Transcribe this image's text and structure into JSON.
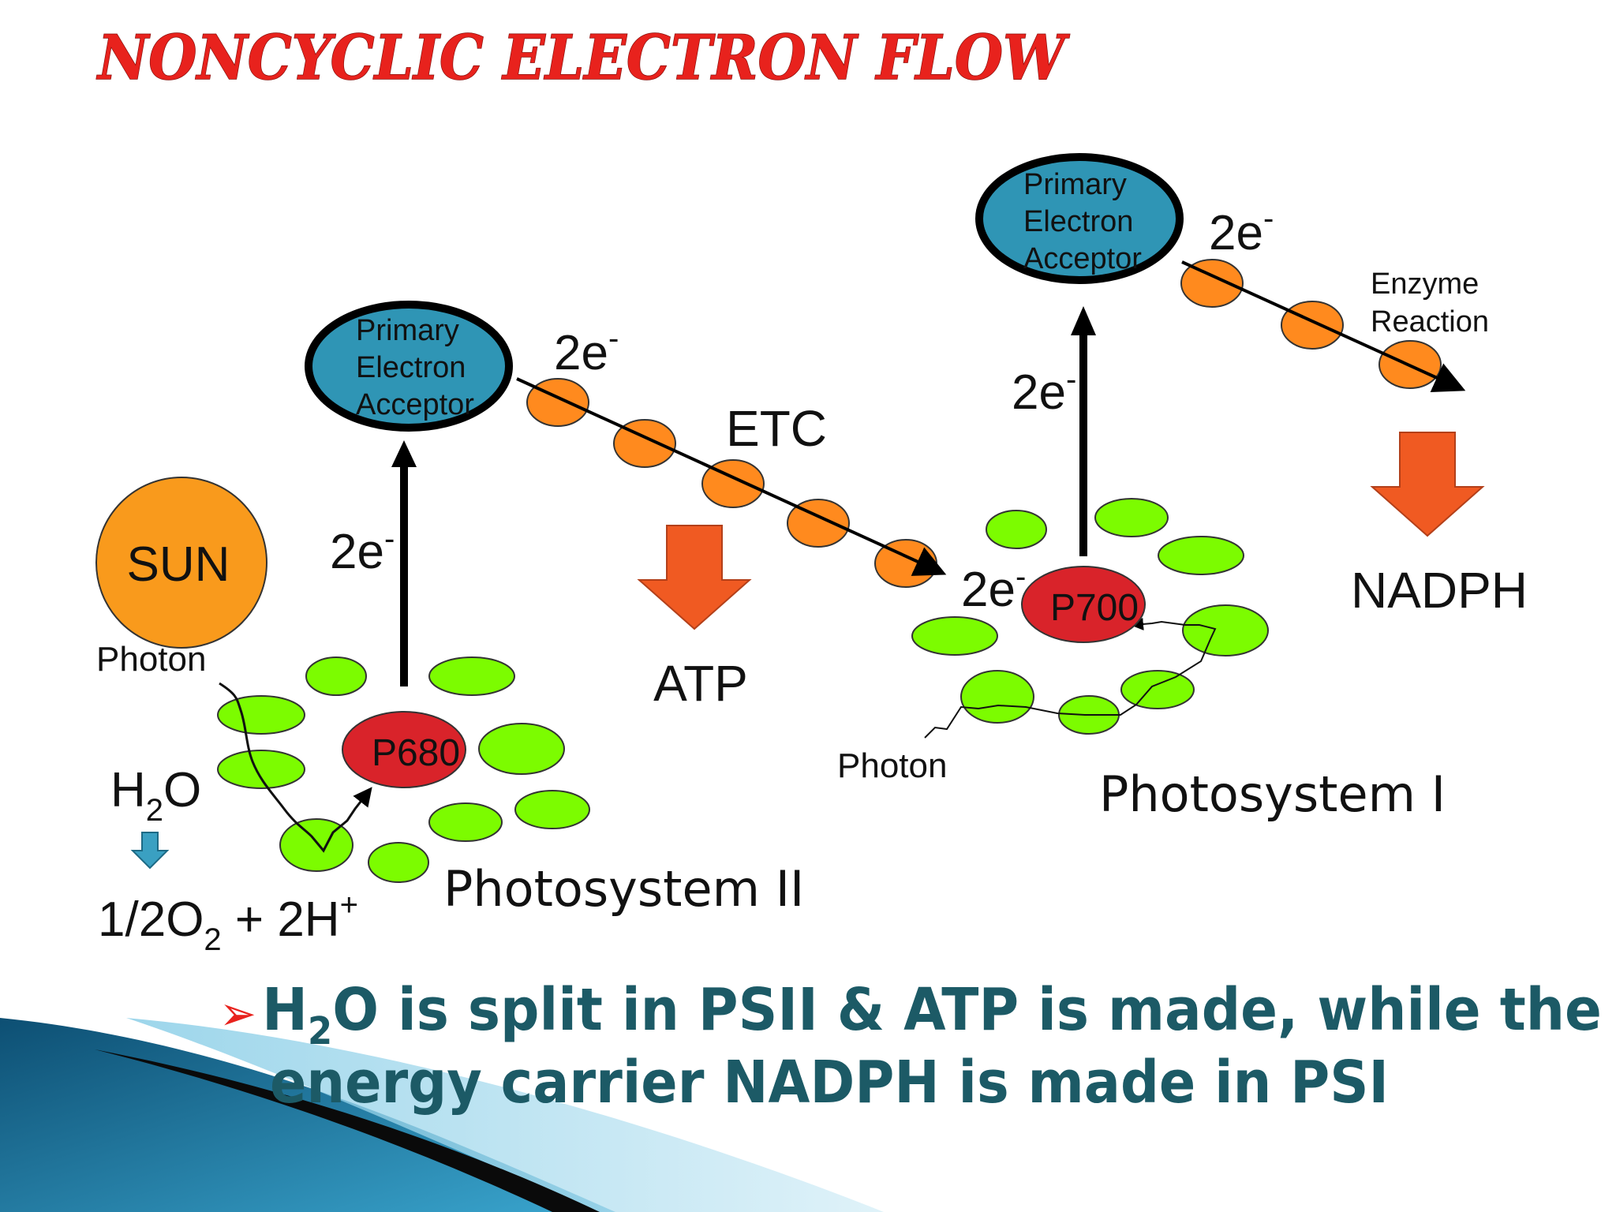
{
  "title": "NONCYCLIC ELECTRON FLOW",
  "psii": {
    "acceptor": [
      "Primary",
      "Electron",
      "Acceptor"
    ],
    "electrons_up": "2e",
    "electrons_out": "2e",
    "electron_sup": "-",
    "reaction_center": "P680",
    "label": "Photosystem II",
    "photon": "Photon"
  },
  "psi": {
    "acceptor": [
      "Primary",
      "Electron",
      "Acceptor"
    ],
    "electrons_in": "2e",
    "electrons_up": "2e",
    "electrons_out": "2e",
    "electron_sup": "-",
    "reaction_center": "P700",
    "label": "Photosystem I",
    "photon": "Photon",
    "enzyme": [
      "Enzyme",
      "Reaction"
    ]
  },
  "sun": "SUN",
  "etc": "ETC",
  "atp": "ATP",
  "nadph": "NADPH",
  "water": {
    "h": "H",
    "sub": "2",
    "o": "O"
  },
  "products": {
    "part1": "1/2O",
    "sub": "2",
    "part2": " + 2H",
    "sup": "+"
  },
  "bullet": {
    "marker": "➢",
    "line1_a": "H",
    "line1_sub": "2",
    "line1_b": "O is split in PSII & ATP is made, while the",
    "line2": "energy carrier NADPH is made in PSI"
  },
  "colors": {
    "title": "#e8221d",
    "acceptor_fill": "#2f95b5",
    "carrier_fill": "#ff8a1e",
    "chlorophyll_fill": "#7cfc00",
    "reaction_center_fill": "#d9232a",
    "sun_fill": "#f99a1c",
    "product_arrow": "#f05a22",
    "water_arrow": "#3aa0c2",
    "bullet_text": "#1c5a66"
  }
}
